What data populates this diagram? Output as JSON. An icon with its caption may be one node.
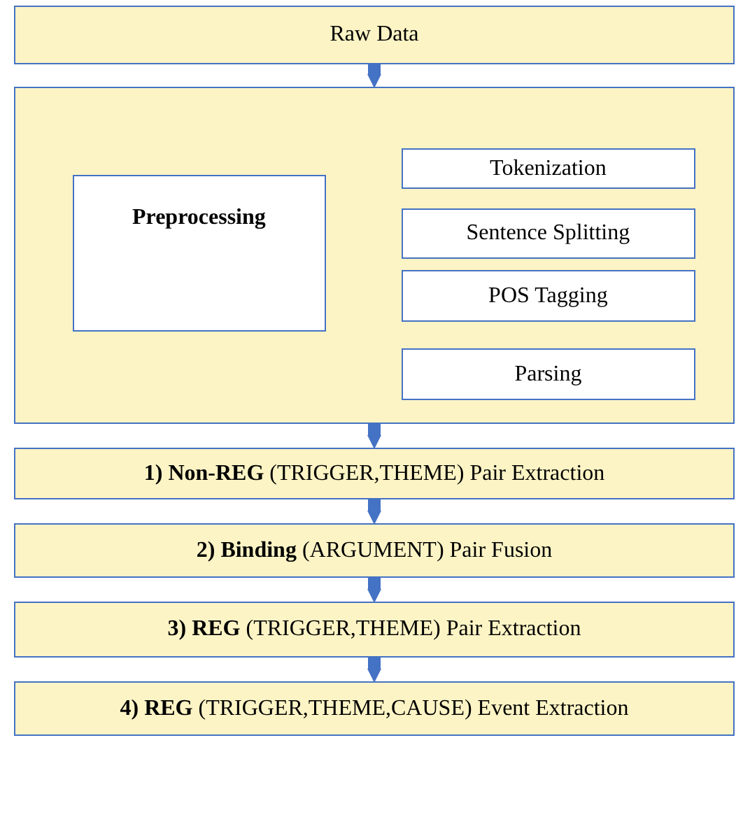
{
  "diagram": {
    "nodes": [
      {
        "text": [
          "Raw Data"
        ]
      },
      {
        "text": [],
        "shape": "box"
      },
      {
        "text": [
          "Preprocessing"
        ],
        "in": 1
      },
      {
        "text": [
          "Tokenization"
        ],
        "in": 1
      },
      {
        "text": [
          "Sentence Splitting"
        ],
        "in": 1
      },
      {
        "text": [
          "POS Tagging"
        ],
        "in": 1
      },
      {
        "text": [
          "Parsing"
        ],
        "in": 1
      },
      {
        "text": [
          "**1) Non-REG** (TRIGGER,THEME) Pair Extraction"
        ]
      },
      {
        "text": [
          "**2) Binding** (ARGUMENT) Pair Fusion"
        ]
      },
      {
        "text": [
          "**3) REG** (TRIGGER,THEME) Pair Extraction"
        ]
      },
      {
        "text": [
          "**4) REG** (TRIGGER,THEME,CAUSE) Event Extraction"
        ]
      }
    ],
    "edges": [
      {
        "from": 0,
        "to": 1,
        "arrow": "to"
      },
      {
        "from": 1,
        "to": 7,
        "arrow": "to"
      },
      {
        "from": 7,
        "to": 8,
        "arrow": "to"
      },
      {
        "from": 8,
        "to": 9,
        "arrow": "to"
      },
      {
        "from": 9,
        "to": 10,
        "arrow": "to"
      }
    ]
  }
}
